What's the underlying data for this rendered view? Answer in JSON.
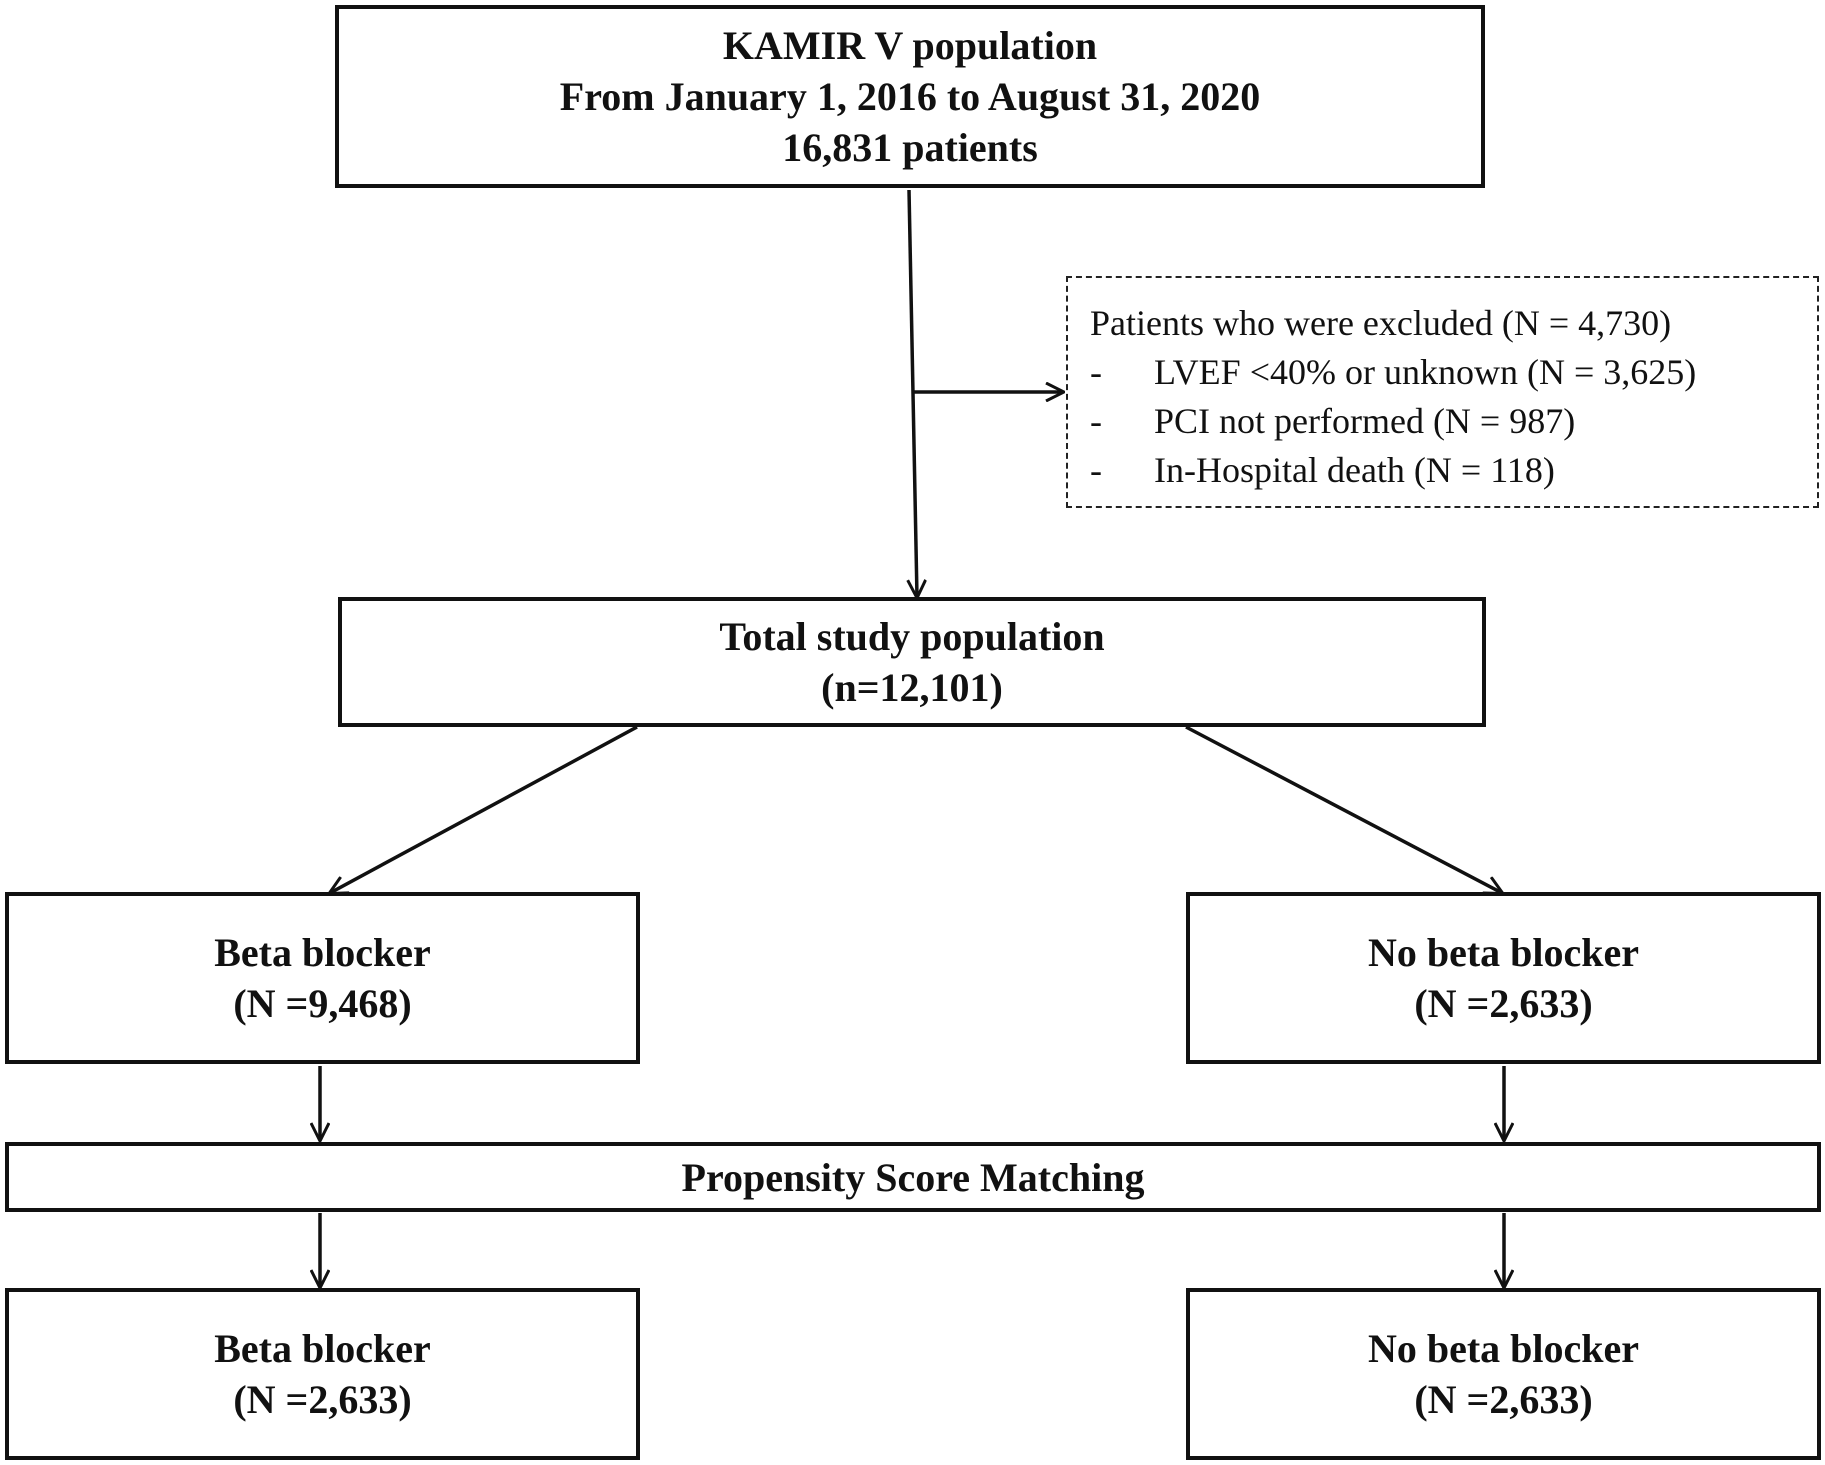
{
  "top": {
    "line1": "KAMIR V population",
    "line2": "From January 1, 2016 to August 31, 2020",
    "line3": "16,831 patients"
  },
  "excluded": {
    "header": "Patients who were excluded (N = 4,730)",
    "items": [
      "LVEF <40% or unknown (N = 3,625)",
      "PCI not performed (N = 987)",
      "In-Hospital death (N = 118)"
    ],
    "bullet": "-"
  },
  "total": {
    "line1": "Total study population",
    "line2": "(n=12,101)"
  },
  "bb": {
    "label": "Beta blocker",
    "n": "(N =9,468)"
  },
  "nobb": {
    "label": "No beta blocker",
    "n": "(N =2,633)"
  },
  "psm": {
    "label": "Propensity Score Matching"
  },
  "bb_matched": {
    "label": "Beta blocker",
    "n": "(N =2,633)"
  },
  "nobb_matched": {
    "label": "No beta blocker",
    "n": "(N =2,633)"
  }
}
